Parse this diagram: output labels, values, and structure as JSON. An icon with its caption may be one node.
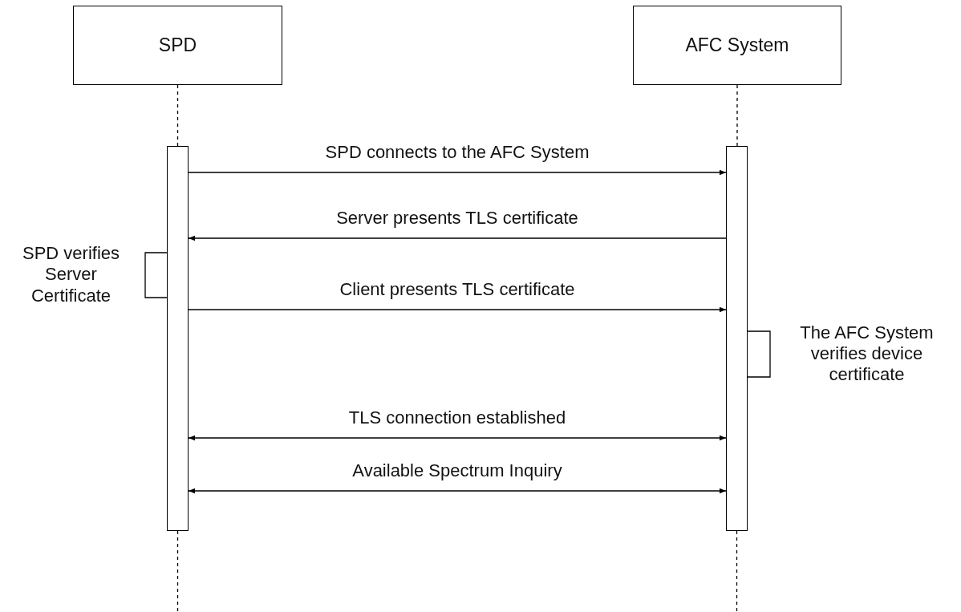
{
  "diagram": {
    "nodes": [
      {
        "text": [
          "SPD"
        ]
      },
      {
        "text": [
          "AFC System"
        ]
      },
      {
        "text": [],
        "shape": "bar"
      },
      {
        "text": [],
        "shape": "bar"
      }
    ],
    "edges": [
      {
        "from": 0,
        "to": 2,
        "arrow": "none",
        "style": "dashed"
      },
      {
        "from": 2,
        "to": null,
        "arrow": "none",
        "style": "dashed"
      },
      {
        "from": 1,
        "to": 3,
        "arrow": "none",
        "style": "dashed"
      },
      {
        "from": 3,
        "to": null,
        "arrow": "none",
        "style": "dashed"
      },
      {
        "from": 2,
        "to": 3,
        "arrow": "to",
        "label": "SPD connects to the AFC System"
      },
      {
        "from": 3,
        "to": 2,
        "arrow": "to",
        "label": "Server presents TLS certificate"
      },
      {
        "from": 2,
        "to": 2,
        "arrow": "none",
        "label": "SPD verifies Server Certificate"
      },
      {
        "from": 2,
        "to": 3,
        "arrow": "to",
        "label": "Client presents TLS certificate"
      },
      {
        "from": 3,
        "to": 3,
        "arrow": "none",
        "label": "The AFC System verifies device certificate"
      },
      {
        "from": 2,
        "to": 3,
        "arrow": "both",
        "label": "TLS connection established"
      },
      {
        "from": 2,
        "to": 3,
        "arrow": "both",
        "label": "Available Spectrum Inquiry"
      }
    ]
  }
}
